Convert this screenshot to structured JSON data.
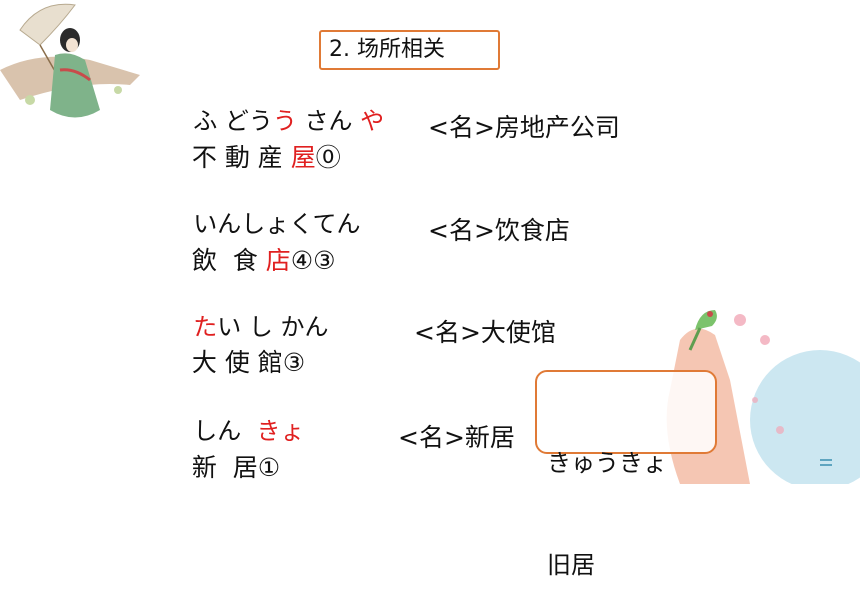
{
  "title": "2. 场所相关",
  "entries": [
    {
      "kana_parts": [
        [
          "ふ どう",
          false
        ],
        [
          "う",
          true
        ],
        [
          " さん ",
          false
        ],
        [
          "や",
          true
        ]
      ],
      "kanji_parts": [
        [
          "不 動 産 ",
          false
        ],
        [
          "屋",
          true
        ],
        [
          "⓪",
          false
        ]
      ],
      "meaning": "<名>房地产公司"
    },
    {
      "kana_parts": [
        [
          "いんしょくてん",
          false
        ]
      ],
      "kanji_parts": [
        [
          "飲  食 ",
          false
        ],
        [
          "店",
          true
        ],
        [
          "④③",
          false
        ]
      ],
      "meaning": "<名>饮食店"
    },
    {
      "kana_parts": [
        [
          "た",
          true
        ],
        [
          "い し かん",
          false
        ]
      ],
      "kanji_parts": [
        [
          "大 使 館③",
          false
        ]
      ],
      "meaning": "<名>大使馆"
    },
    {
      "kana_parts": [
        [
          "しん  ",
          false
        ],
        [
          "きょ",
          true
        ]
      ],
      "kanji_parts": [
        [
          "新  居①",
          false
        ]
      ],
      "meaning": "<名>新居"
    }
  ],
  "note": {
    "line1": "きゅうきょ",
    "line2": "旧居"
  },
  "colors": {
    "accent_red": "#e02020",
    "box_orange": "#e07a36"
  },
  "decorations": [
    "girl-with-parasol-illustration",
    "parrot-on-hand-illustration",
    "watercolor-flowers"
  ]
}
